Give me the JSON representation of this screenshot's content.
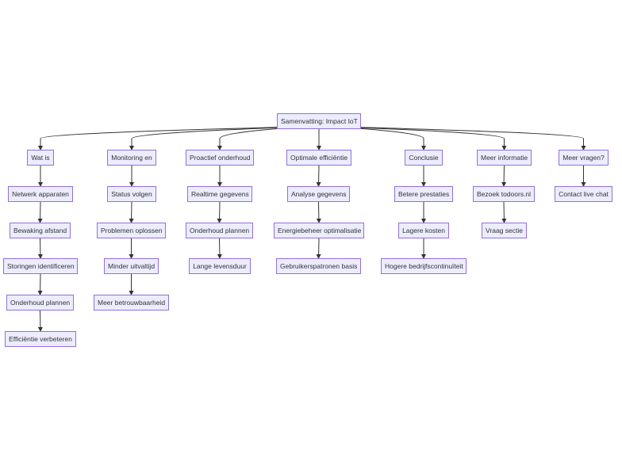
{
  "diagram": {
    "root": "Samenvatting: Impact IoT",
    "columns": [
      {
        "header": "Wat is",
        "items": [
          "Netwerk apparaten",
          "Bewaking afstand",
          "Storingen identificeren",
          "Onderhoud plannen",
          "Efficiëntie verbeteren"
        ]
      },
      {
        "header": "Monitoring en",
        "items": [
          "Status volgen",
          "Problemen oplossen",
          "Minder uitvaltijd",
          "Meer betrouwbaarheid"
        ]
      },
      {
        "header": "Proactief onderhoud",
        "items": [
          "Realtime gegevens",
          "Onderhoud plannen",
          "Lange levensduur"
        ]
      },
      {
        "header": "Optimale efficiëntie",
        "items": [
          "Analyse gegevens",
          "Energiebeheer optimalisatie",
          "Gebruikerspatronen basis"
        ]
      },
      {
        "header": "Conclusie",
        "items": [
          "Betere prestaties",
          "Lagere kosten",
          "Hogere bedrijfscontinuïteit"
        ]
      },
      {
        "header": "Meer informatie",
        "items": [
          "Bezoek todoors.nl",
          "Vraag sectie"
        ]
      },
      {
        "header": "Meer vragen?",
        "items": [
          "Contact live chat"
        ]
      }
    ]
  },
  "colors": {
    "node_fill": "#ececff",
    "node_border": "#9370db",
    "edge": "#333333",
    "text": "#333333"
  }
}
